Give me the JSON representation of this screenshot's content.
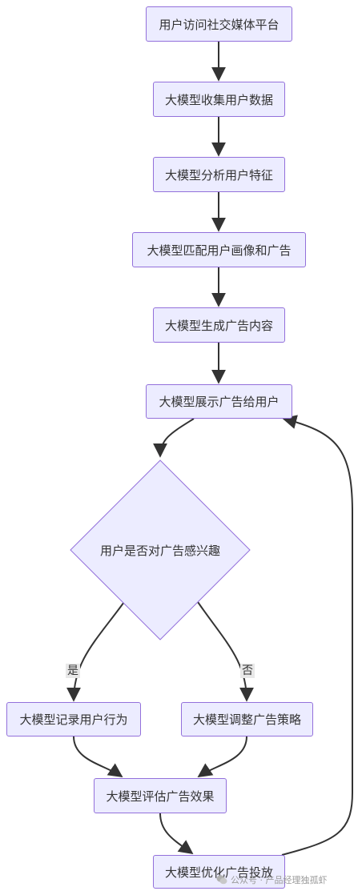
{
  "flowchart": {
    "nodes": {
      "visit": "用户访问社交媒体平台",
      "collect": "大模型收集用户数据",
      "analyze": "大模型分析用户特征",
      "match": "大模型匹配用户画像和广告",
      "generate": "大模型生成广告内容",
      "display": "大模型展示广告给用户",
      "decision": "用户是否对广告感兴趣",
      "record": "大模型记录用户行为",
      "adjust": "大模型调整广告策略",
      "evaluate": "大模型评估广告效果",
      "optimize": "大模型优化广告投放"
    },
    "edge_labels": {
      "yes": "是",
      "no": "否"
    },
    "colors": {
      "node_fill": "#ececff",
      "node_border": "#9370db",
      "edge": "#333333"
    }
  },
  "watermark": {
    "text": "公众号 · 产品经理独孤虾",
    "icon": "wechat-icon"
  }
}
